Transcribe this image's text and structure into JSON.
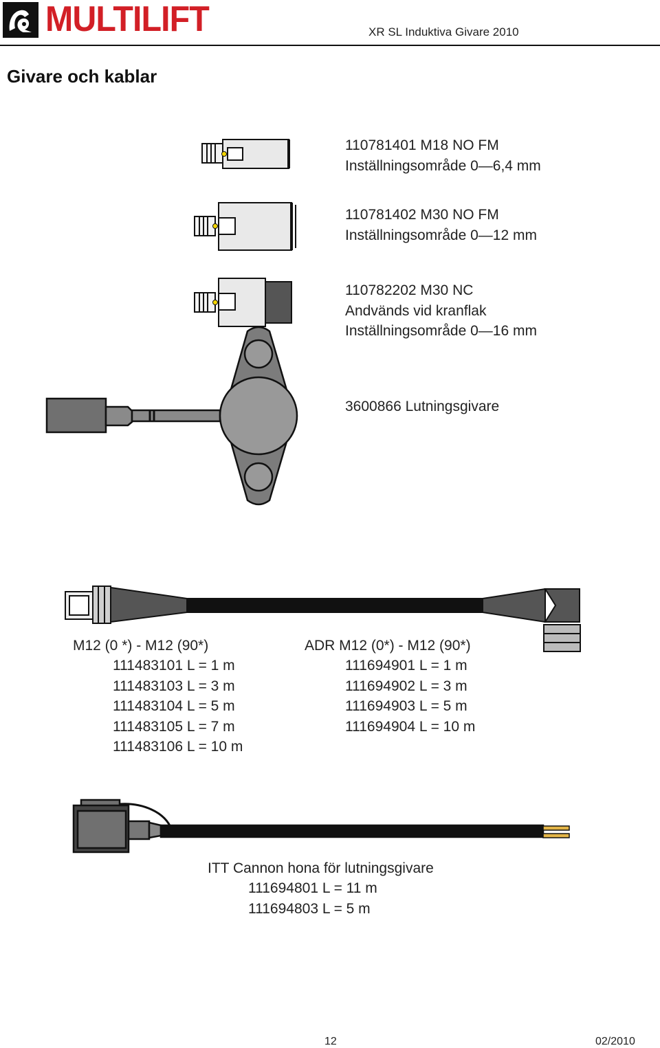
{
  "header": {
    "brand": "MULTILIFT",
    "doc_title": "XR SL Induktiva Givare 2010"
  },
  "page_heading": "Givare och kablar",
  "sensors": [
    {
      "lines": [
        "110781401 M18 NO FM",
        "Inställningsområde 0—6,4 mm"
      ]
    },
    {
      "lines": [
        "110781402 M30 NO FM",
        "Inställningsområde 0—12 mm"
      ]
    },
    {
      "lines": [
        "110782202 M30 NC",
        "Andvänds vid kranflak",
        "Inställningsområde 0—16 mm"
      ]
    },
    {
      "lines": [
        "3600866 Lutningsgivare"
      ]
    }
  ],
  "cables": {
    "left": {
      "title": "M12 (0 *) - M12 (90*)",
      "items": [
        "111483101 L = 1 m",
        "111483103 L = 3 m",
        "111483104 L = 5 m",
        "111483105 L = 7 m",
        "111483106 L = 10 m"
      ]
    },
    "right": {
      "title": "ADR M12 (0*) - M12 (90*)",
      "items": [
        "111694901 L = 1 m",
        "111694902 L = 3 m",
        "111694903 L = 5 m",
        "111694904 L = 10 m"
      ]
    }
  },
  "itt": {
    "title": "ITT Cannon hona för lutningsgivare",
    "items": [
      "111694801 L = 11 m",
      "111694803 L = 5 m"
    ]
  },
  "footer": {
    "page_number": "12",
    "date": "02/2010"
  }
}
